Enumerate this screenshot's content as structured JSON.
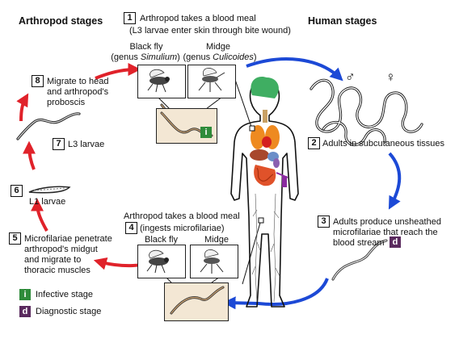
{
  "headers": {
    "arthropod": "Arthropod stages",
    "human": "Human stages"
  },
  "step1": {
    "num": "1",
    "line1": "Arthropod takes a blood meal",
    "line2": "(L3 larvae enter skin through bite wound)"
  },
  "vectors_top": {
    "blackfly_line1": "Black fly",
    "blackfly_pre": "(genus ",
    "blackfly_genus": "Simulium",
    "blackfly_post": ")",
    "midge_line1": "Midge",
    "midge_pre": "(genus ",
    "midge_genus": "Culicoides",
    "midge_post": ")"
  },
  "step2": {
    "num": "2",
    "text": "Adults in subcutaneous tissues"
  },
  "step3": {
    "num": "3",
    "line1": "Adults produce unsheathed",
    "line2": "microfilariae that reach the",
    "line3": "blood stream"
  },
  "step4": {
    "num": "4",
    "line1": "Arthropod takes a blood meal",
    "line2": "(ingests microfilariae)",
    "blackfly": "Black fly",
    "midge": "Midge"
  },
  "step5": {
    "num": "5",
    "line1": "Microfilariae penetrate",
    "line2": "arthropod's midgut",
    "line3": "and migrate to",
    "line4": "thoracic muscles"
  },
  "step6": {
    "num": "6",
    "text": "L1 larvae"
  },
  "step7": {
    "num": "7",
    "text": "L3 larvae"
  },
  "step8": {
    "num": "8",
    "line1": "Migrate to head",
    "line2": "and arthropod's",
    "line3": "proboscis"
  },
  "symbols": {
    "male": "♂",
    "female": "♀"
  },
  "legend": {
    "infective_letter": "i",
    "infective_label": "Infective stage",
    "diagnostic_letter": "d",
    "diagnostic_label": "Diagnostic stage"
  },
  "colors": {
    "infective": "#2e8b3a",
    "diagnostic": "#5a2a5e",
    "arrow_red": "#e0222a",
    "arrow_blue": "#1c49d6",
    "panel_beige": "#f3e7d4"
  }
}
